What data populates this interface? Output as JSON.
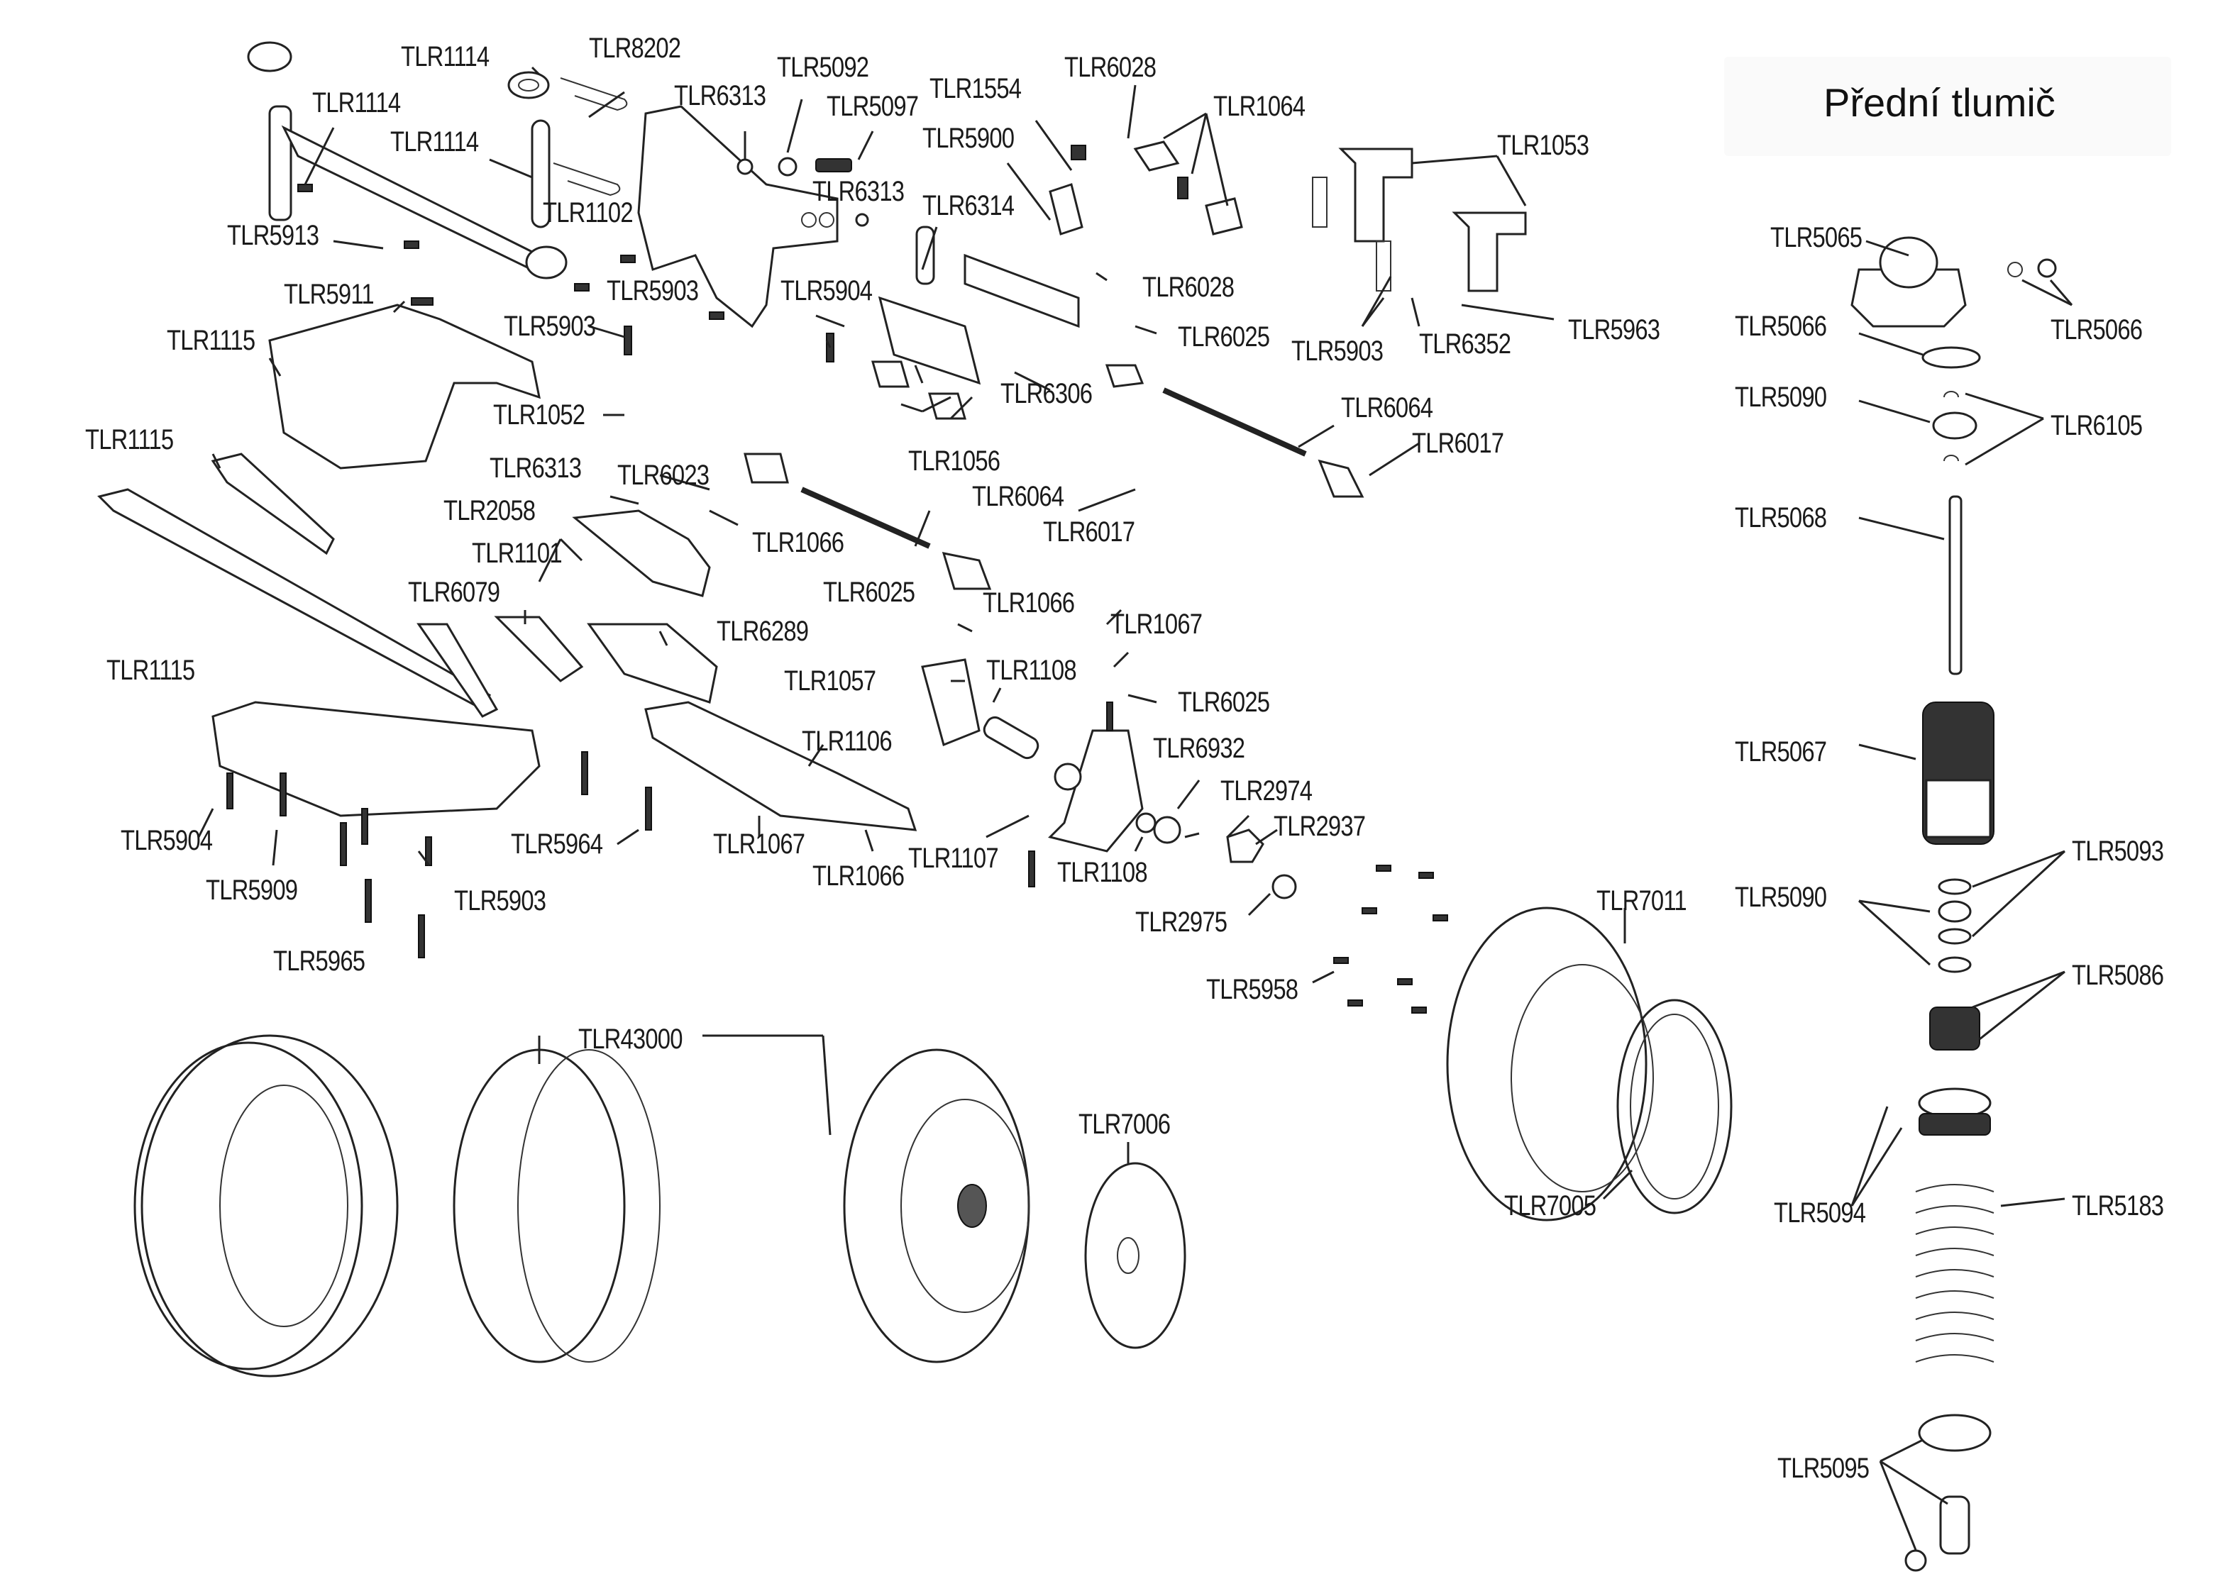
{
  "title": "Přední tlumič",
  "labels": [
    {
      "id": "l1",
      "text": "TLR1114"
    },
    {
      "id": "l2",
      "text": "TLR8202"
    },
    {
      "id": "l3",
      "text": "TLR1114"
    },
    {
      "id": "l4",
      "text": "TLR6313"
    },
    {
      "id": "l5",
      "text": "TLR5092"
    },
    {
      "id": "l6",
      "text": "TLR5097"
    },
    {
      "id": "l7",
      "text": "TLR1114"
    },
    {
      "id": "l8",
      "text": "TLR1554"
    },
    {
      "id": "l9",
      "text": "TLR6028"
    },
    {
      "id": "l10",
      "text": "TLR1064"
    },
    {
      "id": "l11",
      "text": "TLR5900"
    },
    {
      "id": "l12",
      "text": "TLR6313"
    },
    {
      "id": "l13",
      "text": "TLR1102"
    },
    {
      "id": "l14",
      "text": "TLR6314"
    },
    {
      "id": "l15",
      "text": "TLR5913"
    },
    {
      "id": "l16",
      "text": "TLR1053"
    },
    {
      "id": "l17",
      "text": "TLR5911"
    },
    {
      "id": "l18",
      "text": "TLR5903"
    },
    {
      "id": "l19",
      "text": "TLR5904"
    },
    {
      "id": "l20",
      "text": "TLR6028"
    },
    {
      "id": "l21",
      "text": "TLR5903"
    },
    {
      "id": "l22",
      "text": "TLR6025"
    },
    {
      "id": "l23",
      "text": "TLR1115"
    },
    {
      "id": "l24",
      "text": "TLR5903"
    },
    {
      "id": "l25",
      "text": "TLR6352"
    },
    {
      "id": "l26",
      "text": "TLR5963"
    },
    {
      "id": "l27",
      "text": "TLR6306"
    },
    {
      "id": "l28",
      "text": "TLR1052"
    },
    {
      "id": "l29",
      "text": "TLR6064"
    },
    {
      "id": "l30",
      "text": "TLR1115"
    },
    {
      "id": "l31",
      "text": "TLR6017"
    },
    {
      "id": "l32",
      "text": "TLR1056"
    },
    {
      "id": "l33",
      "text": "TLR6313"
    },
    {
      "id": "l34",
      "text": "TLR6023"
    },
    {
      "id": "l35",
      "text": "TLR2058"
    },
    {
      "id": "l36",
      "text": "TLR6064"
    },
    {
      "id": "l37",
      "text": "TLR1066"
    },
    {
      "id": "l38",
      "text": "TLR1101"
    },
    {
      "id": "l39",
      "text": "TLR6017"
    },
    {
      "id": "l40",
      "text": "TLR6079"
    },
    {
      "id": "l41",
      "text": "TLR6025"
    },
    {
      "id": "l42",
      "text": "TLR6289"
    },
    {
      "id": "l43",
      "text": "TLR1066"
    },
    {
      "id": "l44",
      "text": "TLR1067"
    },
    {
      "id": "l45",
      "text": "TLR1115"
    },
    {
      "id": "l46",
      "text": "TLR1057"
    },
    {
      "id": "l47",
      "text": "TLR1108"
    },
    {
      "id": "l48",
      "text": "TLR6025"
    },
    {
      "id": "l49",
      "text": "TLR1106"
    },
    {
      "id": "l50",
      "text": "TLR6932"
    },
    {
      "id": "l51",
      "text": "TLR2974"
    },
    {
      "id": "l52",
      "text": "TLR2937"
    },
    {
      "id": "l53",
      "text": "TLR5904"
    },
    {
      "id": "l54",
      "text": "TLR5964"
    },
    {
      "id": "l55",
      "text": "TLR1067"
    },
    {
      "id": "l56",
      "text": "TLR1107"
    },
    {
      "id": "l57",
      "text": "TLR1108"
    },
    {
      "id": "l58",
      "text": "TLR5909"
    },
    {
      "id": "l59",
      "text": "TLR1066"
    },
    {
      "id": "l60",
      "text": "TLR5903"
    },
    {
      "id": "l61",
      "text": "TLR2975"
    },
    {
      "id": "l62",
      "text": "TLR7011"
    },
    {
      "id": "l63",
      "text": "TLR5965"
    },
    {
      "id": "l64",
      "text": "TLR5958"
    },
    {
      "id": "l65",
      "text": "TLR43000"
    },
    {
      "id": "l66",
      "text": "TLR7006"
    },
    {
      "id": "l67",
      "text": "TLR7005"
    },
    {
      "id": "s1",
      "text": "TLR5065"
    },
    {
      "id": "s2",
      "text": "TLR5066"
    },
    {
      "id": "s3",
      "text": "TLR5066"
    },
    {
      "id": "s4",
      "text": "TLR5090"
    },
    {
      "id": "s5",
      "text": "TLR6105"
    },
    {
      "id": "s6",
      "text": "TLR5068"
    },
    {
      "id": "s7",
      "text": "TLR5067"
    },
    {
      "id": "s8",
      "text": "TLR5093"
    },
    {
      "id": "s9",
      "text": "TLR5090"
    },
    {
      "id": "s10",
      "text": "TLR5086"
    },
    {
      "id": "s11",
      "text": "TLR5094"
    },
    {
      "id": "s12",
      "text": "TLR5183"
    },
    {
      "id": "s13",
      "text": "TLR5095"
    }
  ]
}
